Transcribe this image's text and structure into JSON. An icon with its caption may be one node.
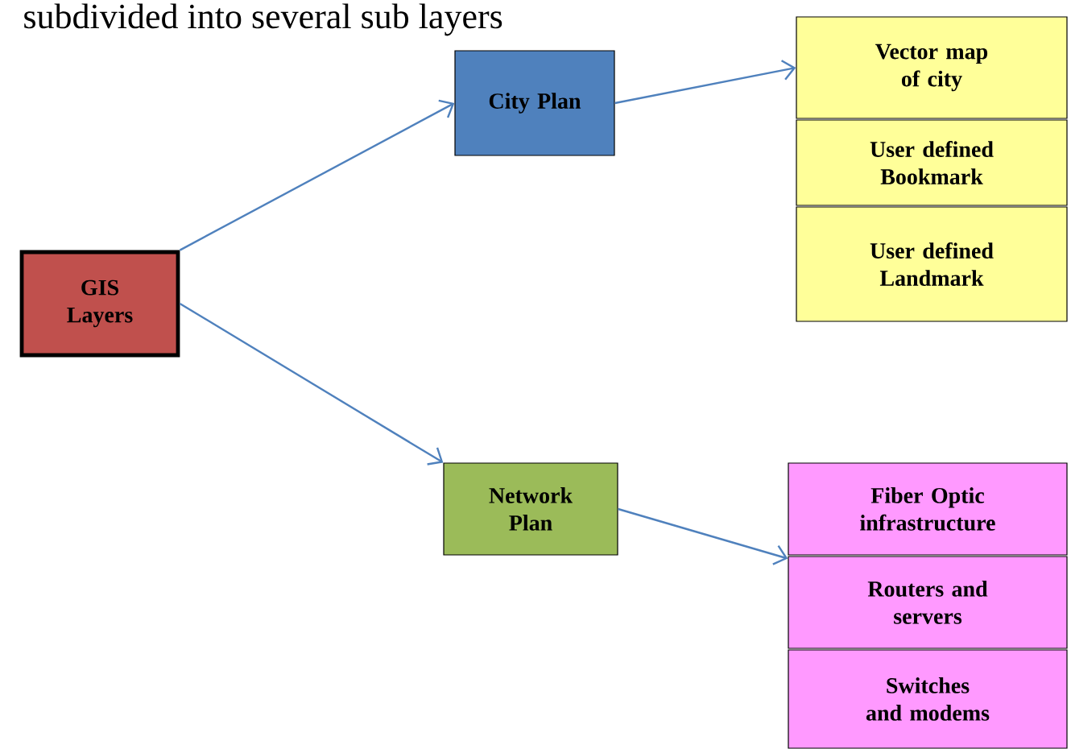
{
  "diagram": {
    "nodes": [
      {
        "text": [
          "GIS Layers"
        ]
      },
      {
        "text": [
          "City Plan"
        ]
      },
      {
        "text": [
          "Network Plan"
        ]
      },
      {
        "text": [
          "Vector map of city"
        ]
      },
      {
        "text": [
          "User defined Bookmark"
        ]
      },
      {
        "text": [
          "User defined Landmark"
        ]
      },
      {
        "text": [
          "Fiber Optic infrastructure"
        ]
      },
      {
        "text": [
          "Routers and servers"
        ]
      },
      {
        "text": [
          "Switches and modems"
        ]
      }
    ],
    "edges": [
      {
        "from": 0,
        "to": 1,
        "arrow": "to"
      },
      {
        "from": 0,
        "to": 2,
        "arrow": "to"
      },
      {
        "from": 1,
        "to": 3,
        "arrow": "to"
      },
      {
        "from": 2,
        "to": 6,
        "arrow": "to"
      }
    ],
    "labels": [
      "subdivided into several sub layers"
    ]
  }
}
